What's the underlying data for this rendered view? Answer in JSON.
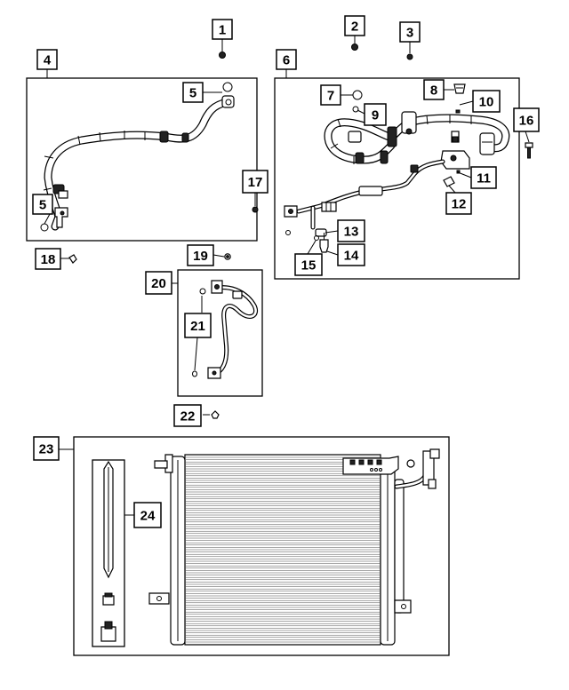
{
  "callouts": [
    "1",
    "2",
    "3",
    "4",
    "5",
    "5",
    "6",
    "7",
    "8",
    "9",
    "10",
    "11",
    "12",
    "13",
    "14",
    "15",
    "16",
    "17",
    "18",
    "19",
    "20",
    "21",
    "22",
    "23",
    "24"
  ]
}
